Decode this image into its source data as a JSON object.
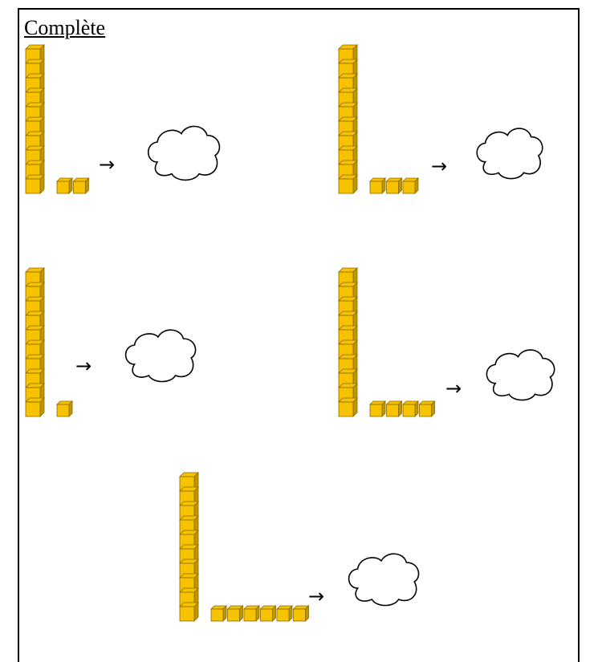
{
  "worksheet": {
    "title": "Complète",
    "arrow": "→",
    "cube_color": "#f7c200",
    "cube_edge": "#8a6a00",
    "exercises": [
      {
        "tens_rods": 1,
        "unit_cubes": 2,
        "answer": ""
      },
      {
        "tens_rods": 1,
        "unit_cubes": 3,
        "answer": ""
      },
      {
        "tens_rods": 1,
        "unit_cubes": 1,
        "answer": ""
      },
      {
        "tens_rods": 1,
        "unit_cubes": 4,
        "answer": ""
      },
      {
        "tens_rods": 1,
        "unit_cubes": 6,
        "answer": ""
      }
    ]
  }
}
